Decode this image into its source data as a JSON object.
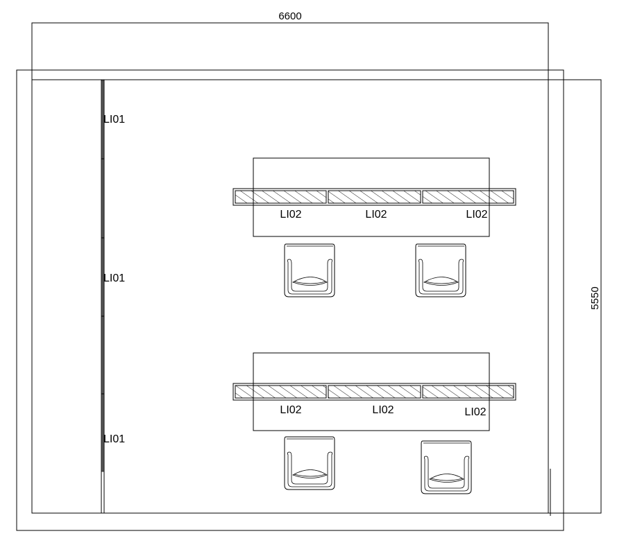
{
  "plan": {
    "dimension_top": "6600",
    "dimension_right": "5550",
    "wall_fixture_labels": [
      "LI01",
      "LI01",
      "LI01"
    ],
    "desk_rows": [
      {
        "light_labels": [
          "LI02",
          "LI02",
          "LI02"
        ],
        "chair_count": 2
      },
      {
        "light_labels": [
          "LI02",
          "LI02",
          "LI02"
        ],
        "chair_count": 2
      }
    ]
  }
}
